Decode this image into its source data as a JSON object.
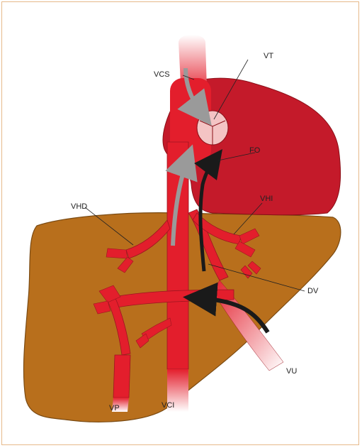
{
  "labels": {
    "vt": "VT",
    "vcs": "VCS",
    "fo": "FO",
    "vhd": "VHD",
    "vhi": "VHI",
    "dv": "DV",
    "vu": "VU",
    "vp": "VP",
    "vci": "VCI"
  },
  "colors": {
    "liver": "#b86f1c",
    "liver_edge": "#7a4a12",
    "atrium": "#c41a2a",
    "vessel": "#e31e2c",
    "vessel_edge": "#9b1620",
    "flow_grey": "#9a9a9a",
    "flow_black": "#1a1a1a",
    "valve": "#f4c4c4",
    "frame_border": "#e6b98a"
  }
}
